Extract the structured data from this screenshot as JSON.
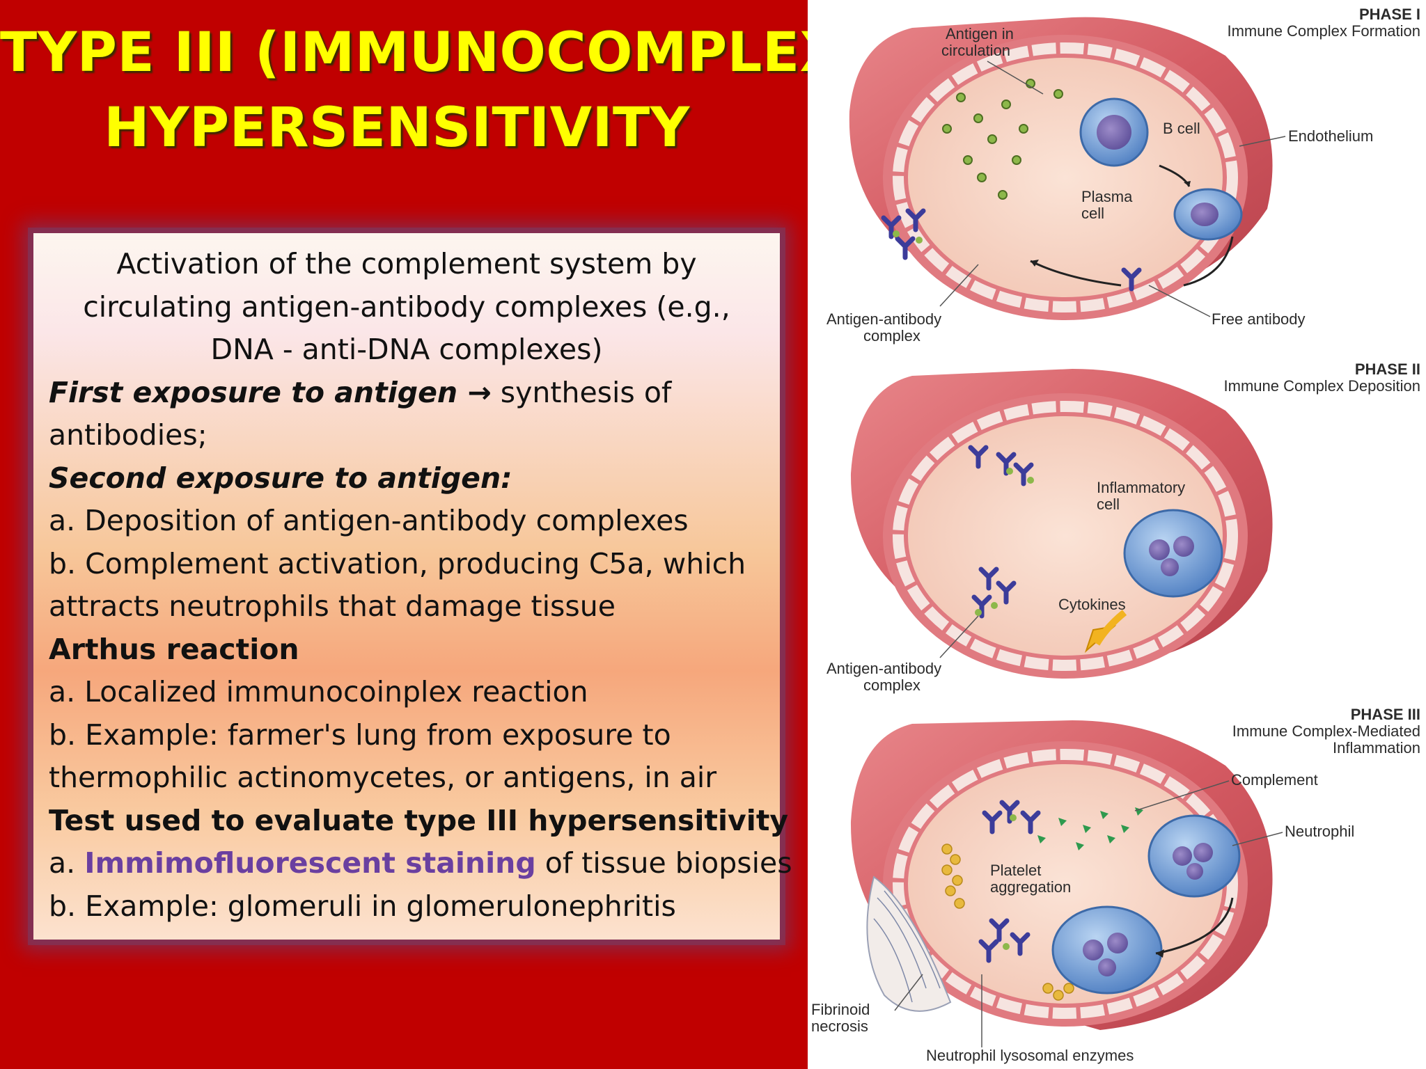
{
  "title": {
    "line1": "TYPE III (IMMUNOCOMPLEX)",
    "line2": "HYPERSENSITIVITY"
  },
  "content": {
    "intro": [
      "Activation of the complement system by",
      "circulating antigen-antibody complexes (e.g.,",
      "DNA - anti-DNA complexes)"
    ],
    "first_exposure_bold": "First exposure to antigen →",
    "first_exposure_rest": " synthesis of",
    "first_exposure_line2": "antibodies;",
    "second_exposure": "Second exposure to antigen:",
    "second_a": "a. Deposition of antigen-antibody complexes",
    "second_b1": "b. Complement activation, producing C5a, which",
    "second_b2": "attracts neutrophils that damage tissue",
    "arthus": "Arthus reaction",
    "arthus_a": "a. Localized immunocoinplex reaction",
    "arthus_b1": "b. Example: farmer's lung from exposure to",
    "arthus_b2": "thermophilic actinomycetes, or antigens, in air",
    "test_heading": "Test used to evaluate type III hypersensitivity",
    "test_a_prefix": "a. ",
    "test_a_highlight": "Immimofluorescent staining",
    "test_a_suffix": " of tissue biopsies",
    "test_b": "b. Example: glomeruli in glomerulonephritis"
  },
  "diagram": {
    "phase1": {
      "phase": "PHASE I",
      "subtitle": "Immune Complex Formation",
      "antigen_line1": "Antigen in",
      "antigen_line2": "circulation",
      "b_cell": "B cell",
      "endothelium": "Endothelium",
      "plasma_line1": "Plasma",
      "plasma_line2": "cell",
      "complex_line1": "Antigen-antibody",
      "complex_line2": "complex",
      "free_antibody": "Free antibody"
    },
    "phase2": {
      "phase": "PHASE II",
      "subtitle": "Immune Complex Deposition",
      "inflam_line1": "Inflammatory",
      "inflam_line2": "cell",
      "cytokines": "Cytokines",
      "complex_line1": "Antigen-antibody",
      "complex_line2": "complex"
    },
    "phase3": {
      "phase": "PHASE III",
      "subtitle_line1": "Immune Complex-Mediated",
      "subtitle_line2": "Inflammation",
      "complement": "Complement",
      "neutrophil": "Neutrophil",
      "platelet_line1": "Platelet",
      "platelet_line2": "aggregation",
      "fibrinoid_line1": "Fibrinoid",
      "fibrinoid_line2": "necrosis",
      "enzymes": "Neutrophil lysosomal enzymes"
    }
  },
  "colors": {
    "background_red": "#c00000",
    "title_yellow": "#ffff00",
    "highlight_purple": "#6a3fa0",
    "vessel_wall": "#d9575f",
    "lumen": "#f6d3c4",
    "cell_blue": "#6f9fd8",
    "antibody": "#3c3c9a",
    "antigen": "#8db84a"
  }
}
